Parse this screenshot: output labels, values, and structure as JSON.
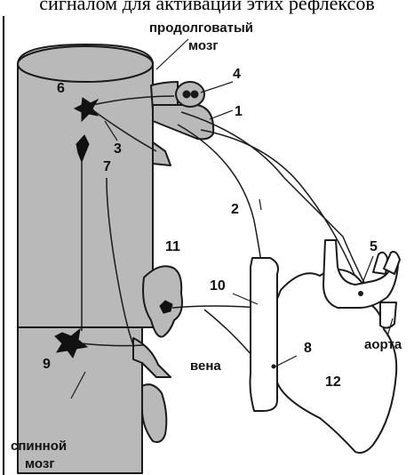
{
  "header_text": "сигналом для активации этих рефлексов",
  "labels": {
    "medulla_line1": "продолговатый",
    "medulla_line2": "мозг",
    "spinal_line1": "спинной",
    "spinal_line2": "мозг",
    "vein": "вена",
    "aorta": "аорта"
  },
  "numbers": [
    "1",
    "2",
    "3",
    "4",
    "5",
    "6",
    "7",
    "8",
    "9",
    "10",
    "11",
    "12"
  ],
  "colors": {
    "gray_fill": "#b9b9b9",
    "stroke": "#1a1a1a",
    "background": "#ffffff"
  }
}
